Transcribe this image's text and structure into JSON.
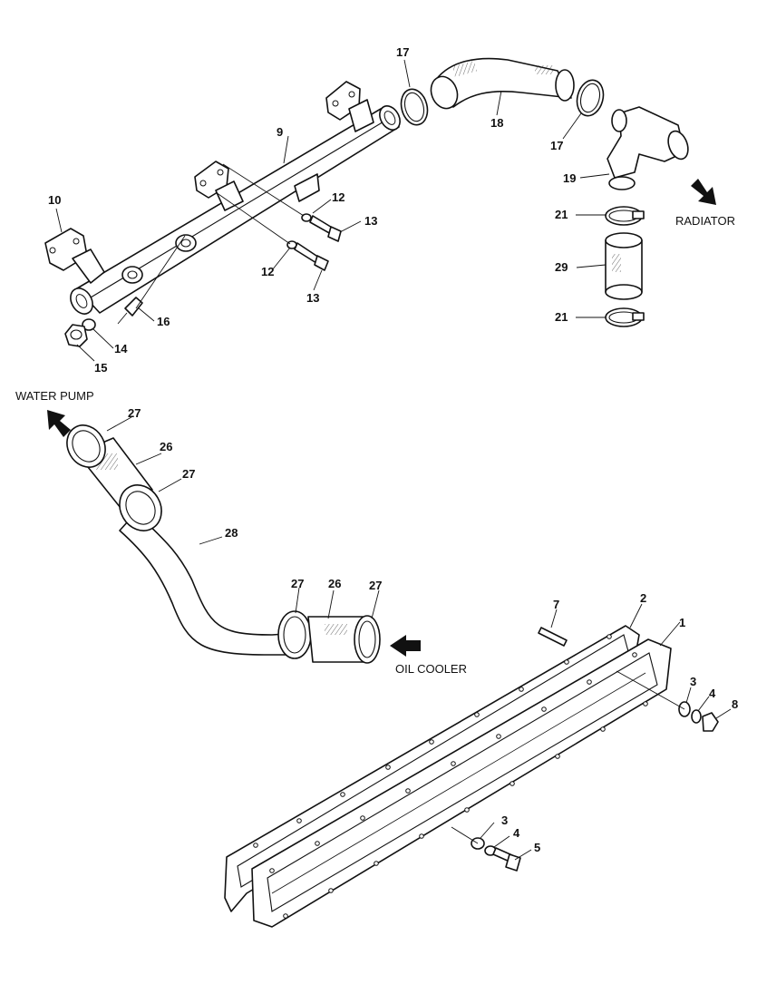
{
  "labels": {
    "water_pump": "WATER PUMP",
    "radiator": "RADIATOR",
    "oil_cooler": "OIL COOLER"
  },
  "callouts": {
    "n17a": "17",
    "n18": "18",
    "n17b": "17",
    "n9": "9",
    "n19": "19",
    "n10": "10",
    "n12a": "12",
    "n13a": "13",
    "n12b": "12",
    "n13b": "13",
    "n21a": "21",
    "n29": "29",
    "n21b": "21",
    "n16": "16",
    "n14": "14",
    "n15": "15",
    "n27a": "27",
    "n26a": "26",
    "n27b": "27",
    "n28": "28",
    "n27c": "27",
    "n26b": "26",
    "n27d": "27",
    "n7": "7",
    "n2": "2",
    "n1": "1",
    "n3a": "3",
    "n4a": "4",
    "n8": "8",
    "n3b": "3",
    "n4b": "4",
    "n5": "5"
  }
}
